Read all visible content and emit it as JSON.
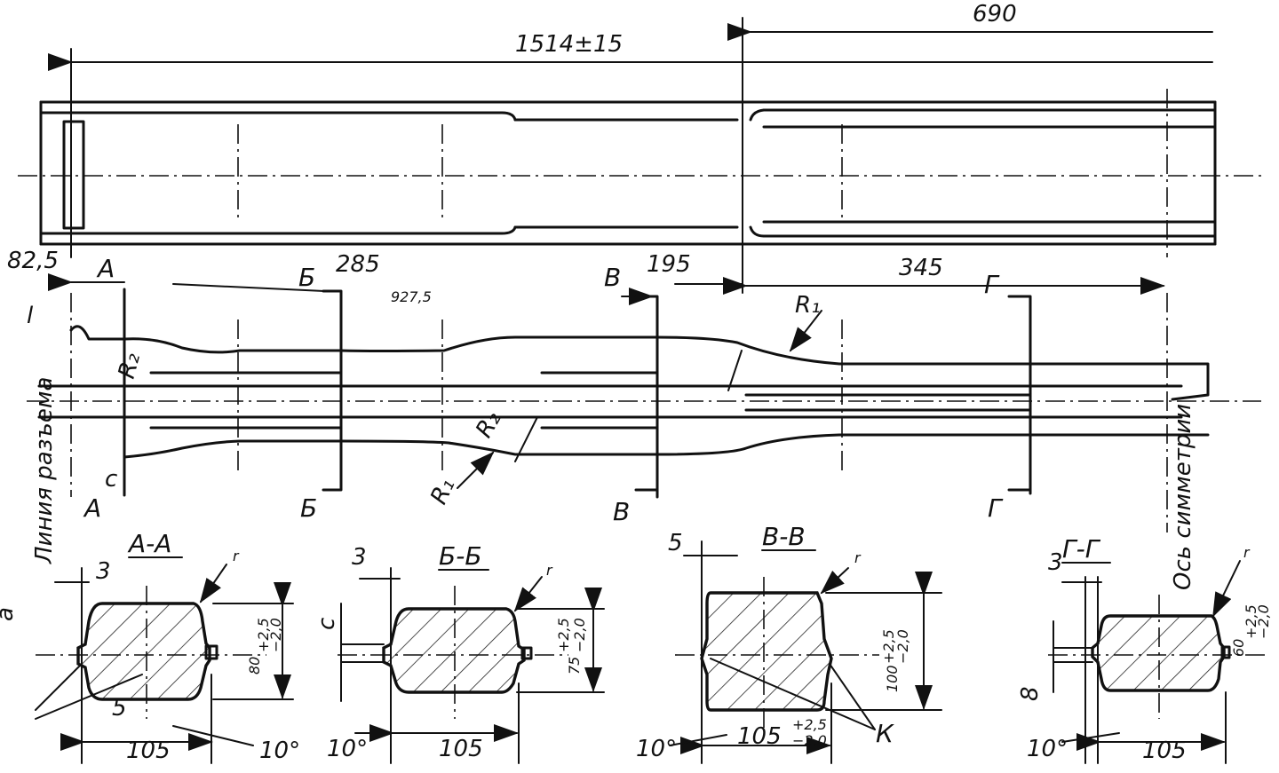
{
  "top_view": {
    "dim_total": "1514±15",
    "dim_right": "690"
  },
  "side_view": {
    "dim_a": "82,5",
    "dim_mid_b": "285",
    "dim_mid_v": "195",
    "dim_right": "345",
    "dim_overall": "927,5",
    "radius_r1": "R₁",
    "radius_r2": "R₂",
    "letter_c": "с",
    "letter_l": "l",
    "cut_a": "А",
    "cut_b": "Б",
    "cut_v": "В",
    "cut_g": "Г",
    "axis_label_left": "Линия разъема",
    "axis_label_right": "Ось симметрии"
  },
  "sections": [
    {
      "title": "А-А",
      "height": "80",
      "height_tol_up": "+2,5",
      "height_tol_dn": "−2,0",
      "width": "105",
      "flash": "3",
      "offset": "5",
      "angle": "10°",
      "radius": "r",
      "left": "a"
    },
    {
      "title": "Б-Б",
      "height": "75",
      "height_tol_up": "+2,5",
      "height_tol_dn": "−2,0",
      "width": "105",
      "flash": "3",
      "angle": "10°",
      "radius": "r",
      "left": "c"
    },
    {
      "title": "В-В",
      "height": "100",
      "height_tol_up": "+2,5",
      "height_tol_dn": "−2,0",
      "width": "105",
      "width_tol_up": "+2,5",
      "width_tol_dn": "−2,0",
      "flash": "5",
      "angle": "10°",
      "radius": "r",
      "marker": "К"
    },
    {
      "title": "Г-Г",
      "height": "60",
      "height_tol_up": "+2,5",
      "height_tol_dn": "−2,0",
      "width": "105",
      "flash": "3",
      "angle": "10°",
      "radius": "r",
      "left": "8"
    }
  ]
}
